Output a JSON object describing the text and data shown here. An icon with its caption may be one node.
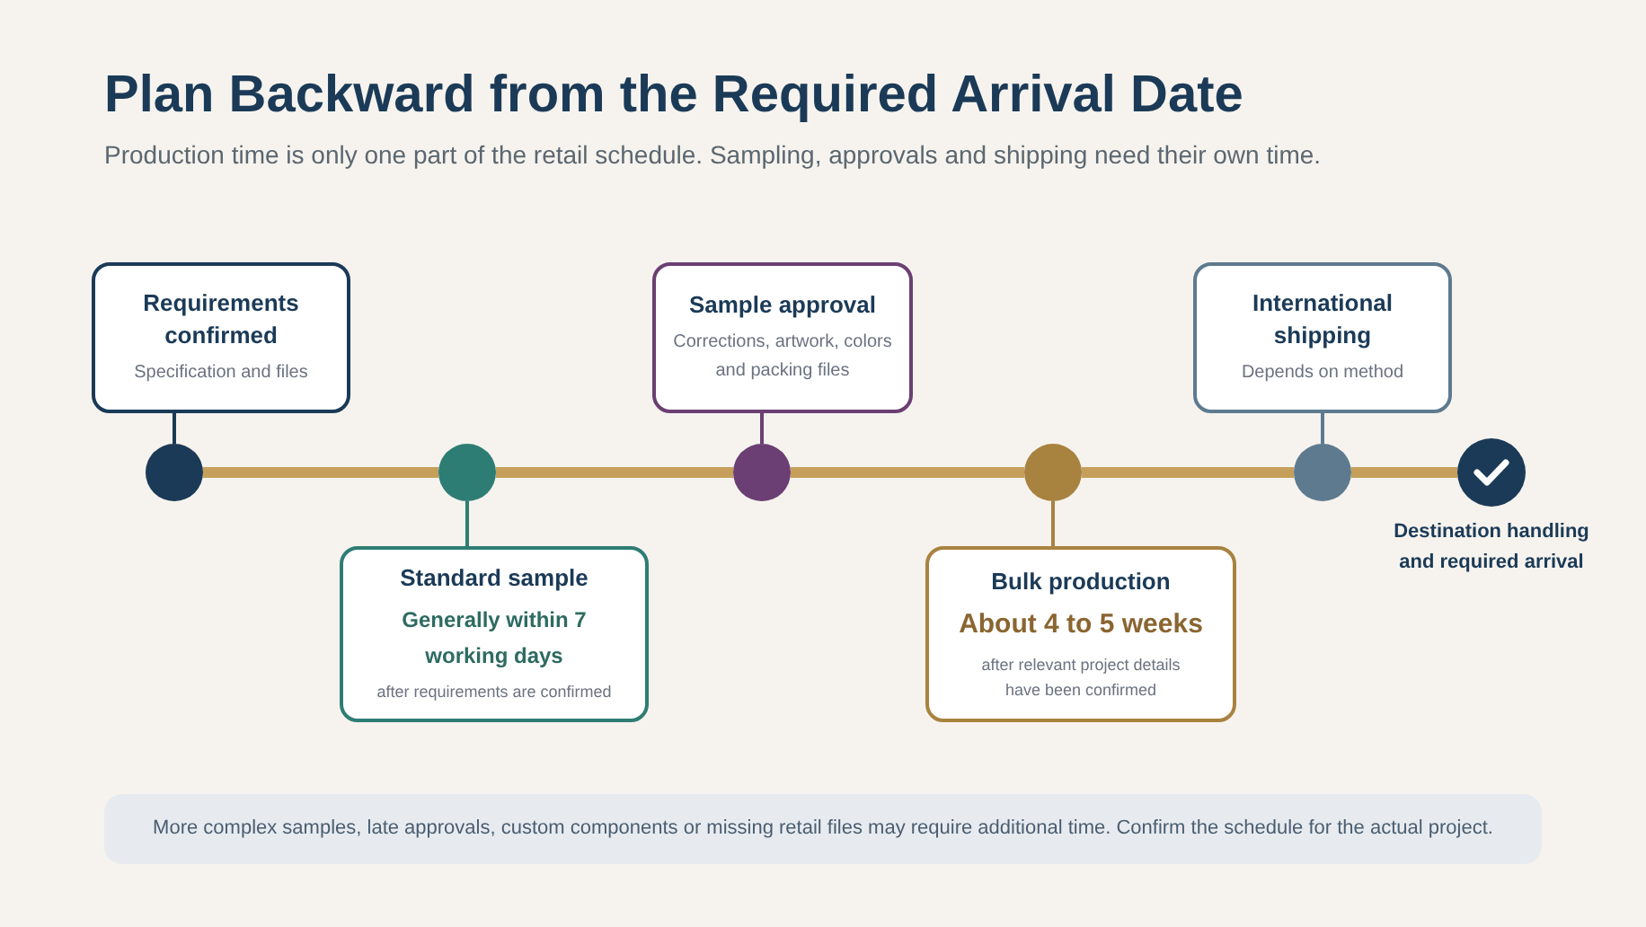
{
  "diagram": {
    "title": "Plan Backward from the Required Arrival Date",
    "caption": "Production time is only one part of the retail schedule. Sampling, approvals and shipping need their own time.",
    "nodes": [
      {
        "text": [
          "Requirements confirmed",
          "Specification and files"
        ]
      },
      {
        "text": [
          "Standard sample",
          "Generally within 7 working days",
          "after requirements are confirmed"
        ]
      },
      {
        "text": [
          "Sample approval",
          "Corrections, artwork, colors and packing files"
        ]
      },
      {
        "text": [
          "Bulk production",
          "About 4 to 5 weeks",
          "after relevant project details have been confirmed"
        ]
      },
      {
        "text": [
          "International shipping",
          "Depends on method"
        ]
      },
      {
        "text": [],
        "shape": "circle"
      },
      {
        "text": [],
        "shape": "circle"
      },
      {
        "text": [],
        "shape": "circle"
      },
      {
        "text": [],
        "shape": "circle"
      },
      {
        "text": [],
        "shape": "circle"
      },
      {
        "text": [],
        "shape": "circle",
        "beside": [
          "Destination handling and required arrival"
        ]
      },
      {
        "text": [
          "More complex samples, late approvals, custom components or missing retail files may require additional time. Confirm the schedule for the actual project."
        ]
      }
    ],
    "edges": [
      {
        "from": 0,
        "to": 5,
        "arrow": "none",
        "color": "#1b3a57"
      },
      {
        "from": 5,
        "to": 6,
        "arrow": "none",
        "style": "thick"
      },
      {
        "from": 6,
        "to": 1,
        "arrow": "none",
        "color": "#2e7d74"
      },
      {
        "from": 6,
        "to": 7,
        "arrow": "none",
        "style": "thick"
      },
      {
        "from": 2,
        "to": 7,
        "arrow": "none",
        "color": "#6b3f73"
      },
      {
        "from": 7,
        "to": 8,
        "arrow": "none",
        "style": "thick"
      },
      {
        "from": 8,
        "to": 3,
        "arrow": "none",
        "color": "#a8823f"
      },
      {
        "from": 8,
        "to": 9,
        "arrow": "none",
        "style": "thick"
      },
      {
        "from": 4,
        "to": 9,
        "arrow": "none",
        "color": "#5e7a8f"
      },
      {
        "from": 9,
        "to": 10,
        "arrow": "none",
        "style": "thick"
      }
    ]
  }
}
